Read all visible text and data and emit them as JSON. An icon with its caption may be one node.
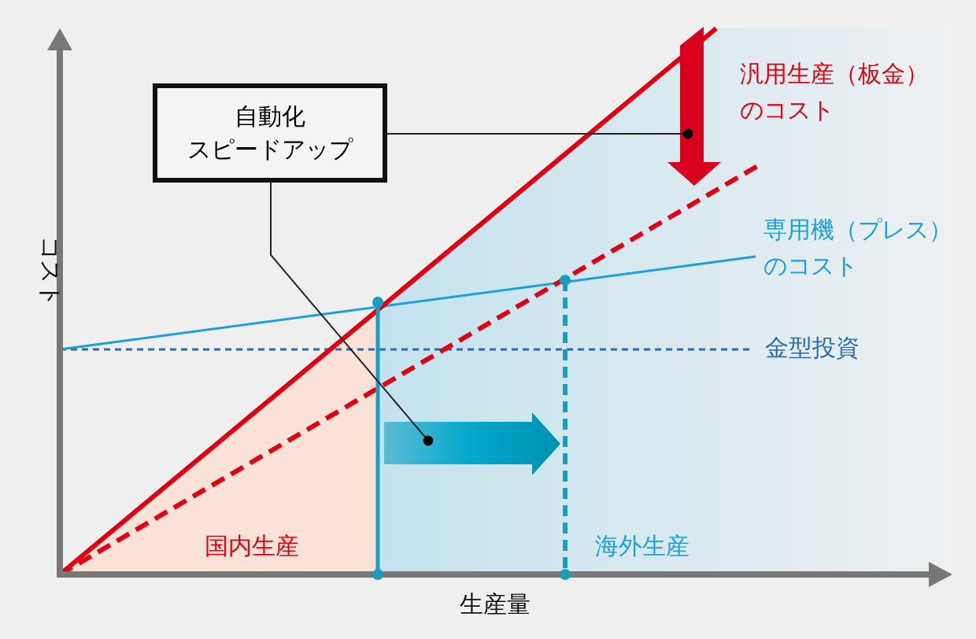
{
  "diagram": {
    "nodes": [
      {
        "text": [
          "自動化スピードアップ"
        ]
      },
      {
        "text": [],
        "shape": "arrow"
      },
      {
        "text": [],
        "shape": "arrow"
      }
    ],
    "edges": [
      {
        "from": 0,
        "to": 1,
        "arrow": "other"
      },
      {
        "from": 0,
        "to": 2,
        "arrow": "other"
      }
    ],
    "labels": [
      "汎用生産（板金）のコスト",
      "専用機（プレス）のコスト",
      "金型投資",
      "コスト",
      "国内生産",
      "海外生産",
      "生産量"
    ]
  }
}
